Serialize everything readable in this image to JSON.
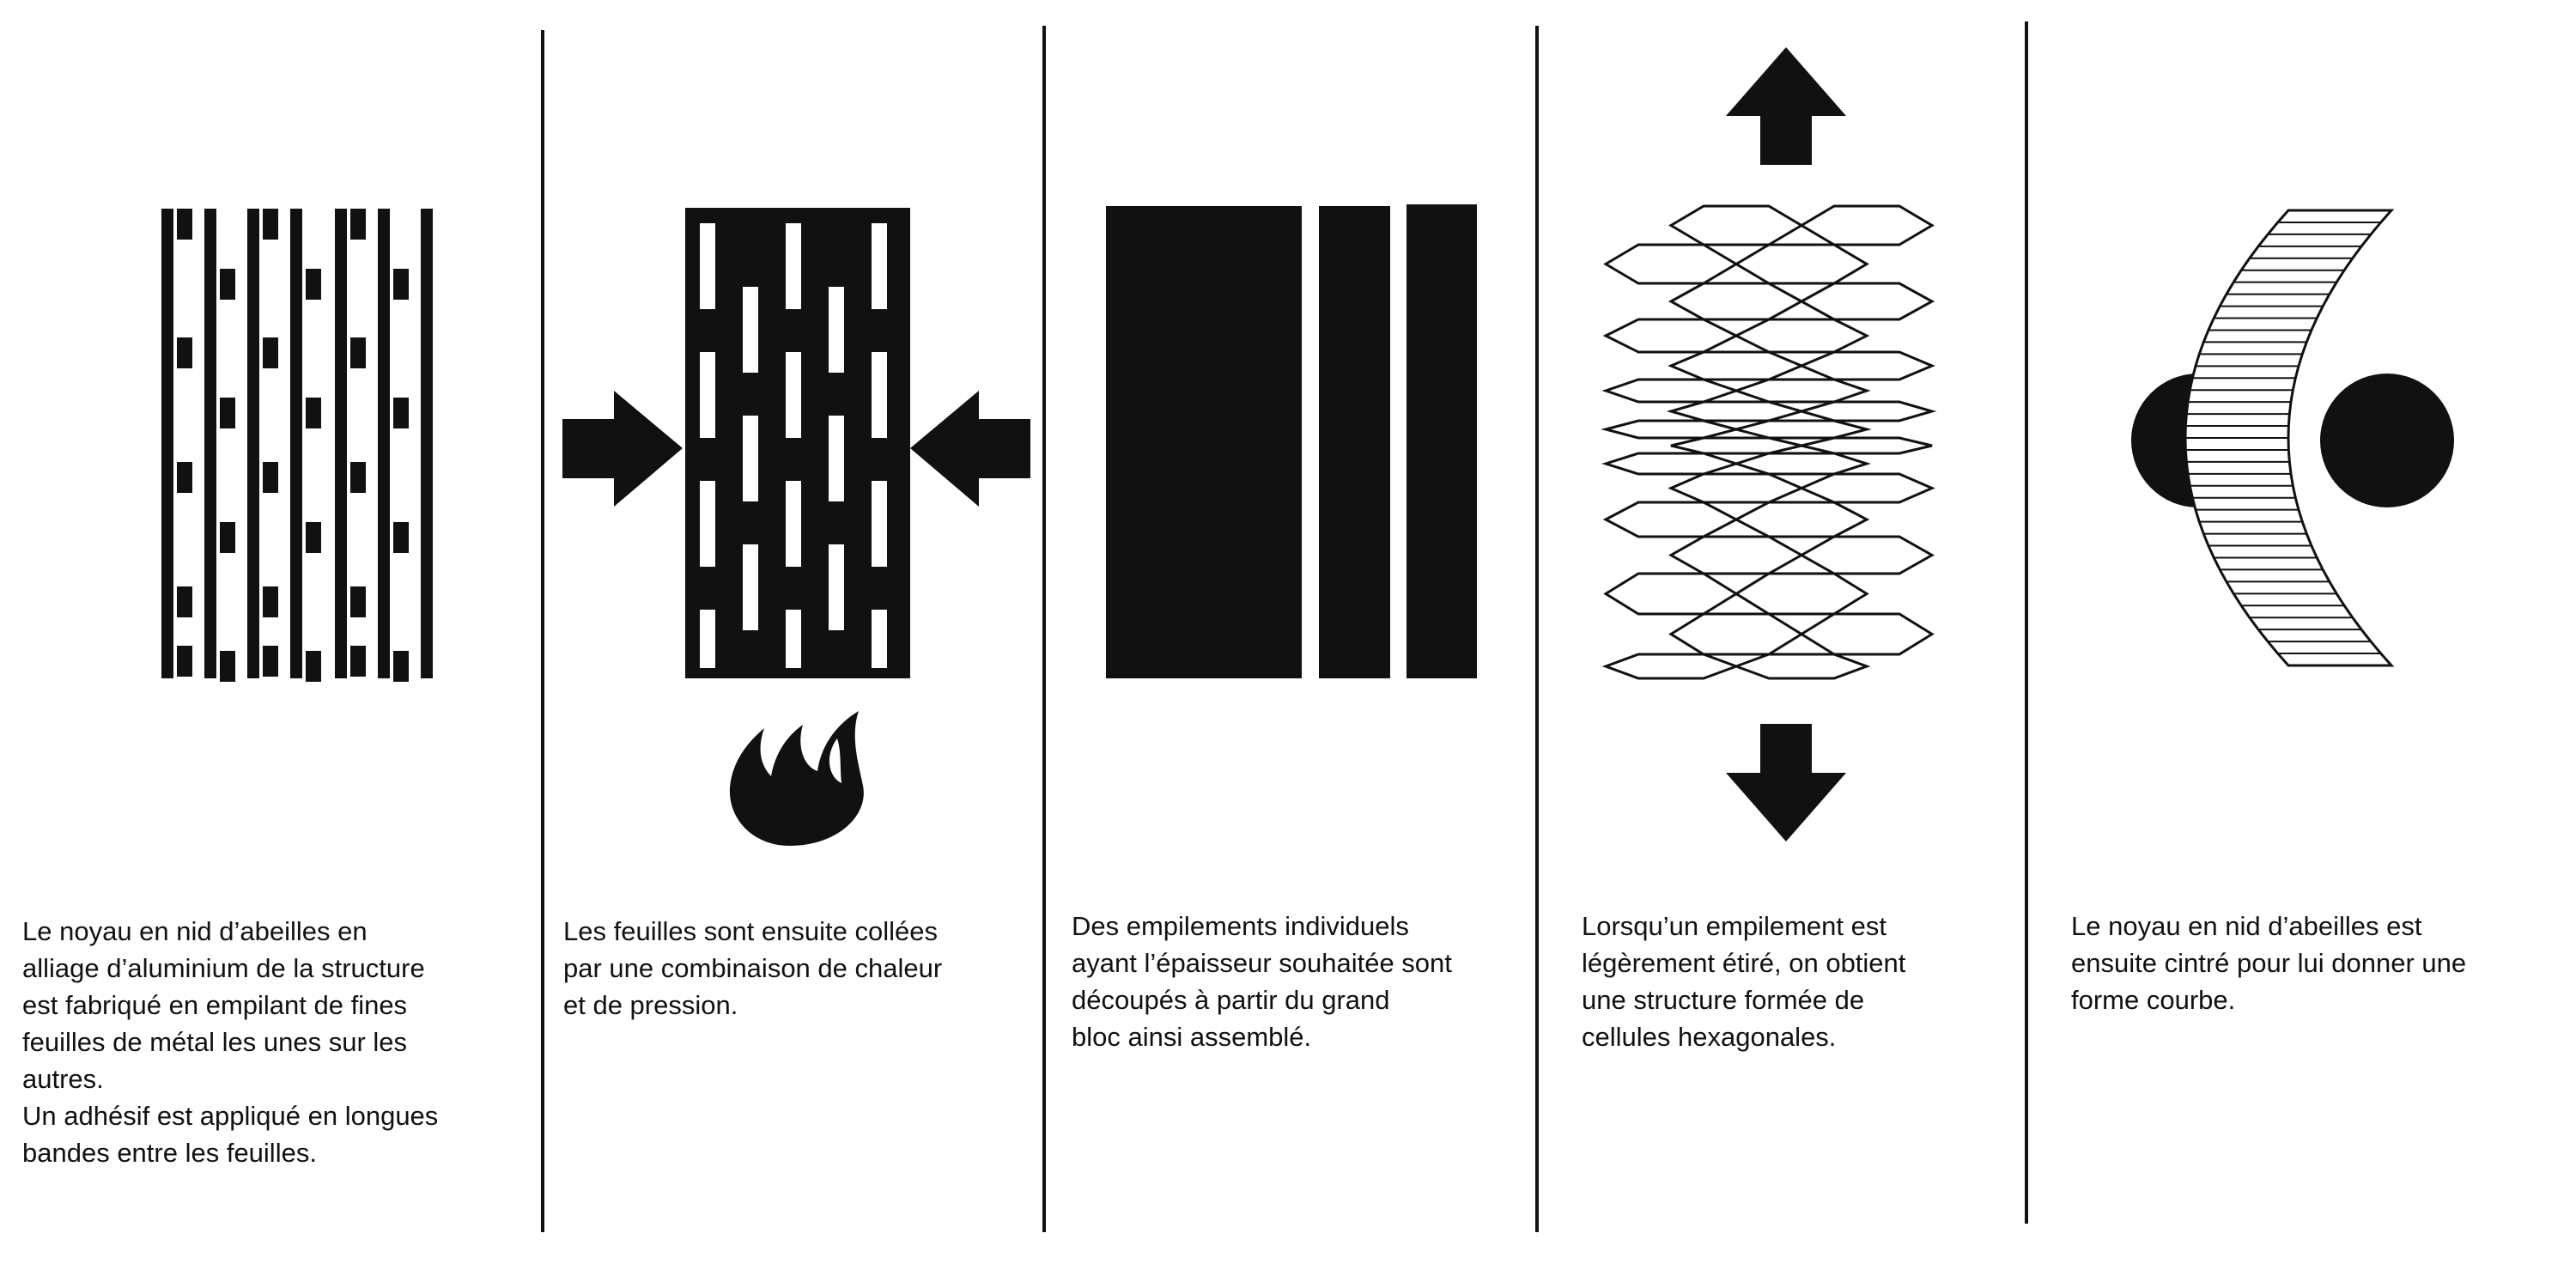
{
  "panels": [
    {
      "caption": "Le noyau en nid d’abeilles en\nalliage d’aluminium de la structure\nest fabriqué en empilant de fines\nfeuilles de métal les unes sur les\nautres.\nUn adhésif est appliqué en longues\nbandes entre les feuilles."
    },
    {
      "caption": "Les feuilles sont ensuite collées\npar une combinaison de chaleur\net de pression."
    },
    {
      "caption": "Des empilements individuels\nayant l’épaisseur souhaitée sont\ndécoupés à partir du grand\nbloc ainsi assemblé."
    },
    {
      "caption": "Lorsqu’un empilement est\nlégèrement étiré, on obtient\nune structure formée de\ncellules hexagonales."
    },
    {
      "caption": "Le noyau en nid d’abeilles est\nensuite cintré pour lui donner une\nforme courbe."
    }
  ],
  "icons": [
    "heat-flame-icon",
    "press-arrow-right-icon",
    "press-arrow-left-icon",
    "stretch-arrow-up-icon",
    "stretch-arrow-down-icon",
    "roller-icon"
  ],
  "colors": {
    "ink": "#111111",
    "background": "#ffffff"
  }
}
